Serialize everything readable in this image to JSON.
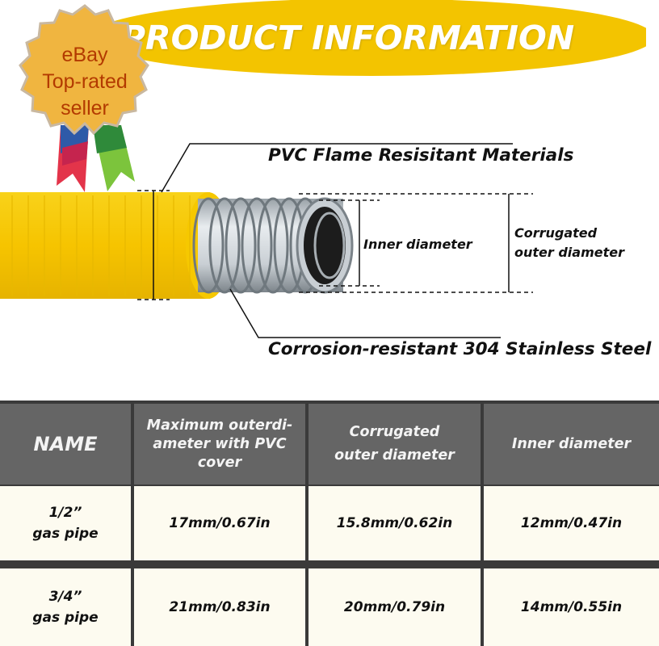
{
  "banner": {
    "title": "PRODUCT INFORMATION",
    "color": "#f3c400"
  },
  "badge": {
    "text": "eBay\nTop-rated\nseller",
    "color": "#f0b540"
  },
  "diagram": {
    "labels": {
      "pvc": "PVC Flame Resisitant Materials",
      "inner": "Inner diameter",
      "outer": "Corrugated\nouter diameter",
      "steel": "Corrosion-resistant 304 Stainless Steel"
    },
    "pipe_color": "#f6c800"
  },
  "table": {
    "headers": [
      "NAME",
      "Maximum outerdi-\nameter with PVC\ncover",
      "Corrugated\nouter diameter",
      "Inner diameter"
    ],
    "rows": [
      [
        "1/2”\ngas pipe",
        "17mm/0.67in",
        "15.8mm/0.62in",
        "12mm/0.47in"
      ],
      [
        "3/4”\ngas pipe",
        "21mm/0.83in",
        "20mm/0.79in",
        "14mm/0.55in"
      ]
    ]
  }
}
